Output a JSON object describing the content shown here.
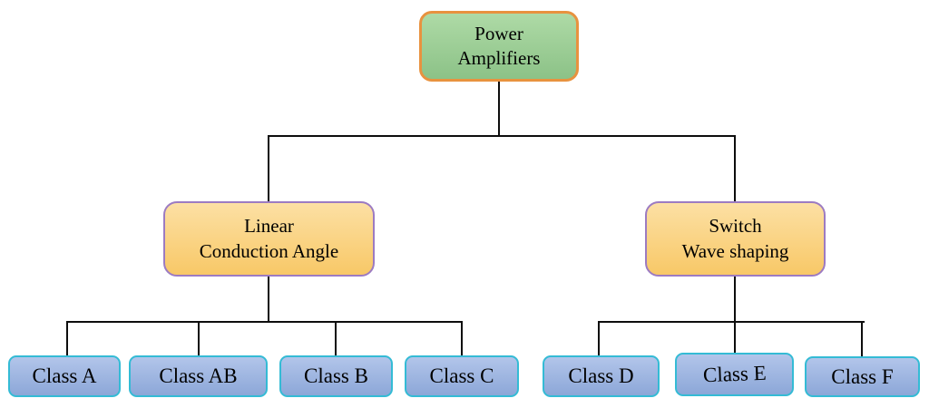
{
  "diagram_type": "tree",
  "colors": {
    "background": "#FFFFFF",
    "text": "#000000",
    "connector": "#0D0D0D",
    "root_fill_top": "#AEDAA6",
    "root_fill_bottom": "#8CC287",
    "root_border": "#E8923F",
    "branch_fill_top": "#FCE0A4",
    "branch_fill_bottom": "#F8C867",
    "branch_border": "#9C7BC2",
    "leaf_fill_top": "#B2C5EA",
    "leaf_fill_bottom": "#8CA7D8",
    "leaf_border": "#34BBD5"
  },
  "nodes": {
    "root": {
      "line1": "Power",
      "line2": "Amplifiers"
    },
    "linear": {
      "line1": "Linear",
      "line2": "Conduction Angle"
    },
    "switch": {
      "line1": "Switch",
      "line2": "Wave shaping"
    },
    "class_a": {
      "label": "Class A"
    },
    "class_ab": {
      "label": "Class AB"
    },
    "class_b": {
      "label": "Class B"
    },
    "class_c": {
      "label": "Class C"
    },
    "class_d": {
      "label": "Class D"
    },
    "class_e": {
      "label": "Class E"
    },
    "class_f": {
      "label": "Class F"
    }
  },
  "structure": {
    "root": "Power Amplifiers",
    "branches": [
      {
        "label": "Linear Conduction Angle",
        "children": [
          "Class A",
          "Class AB",
          "Class B",
          "Class C"
        ]
      },
      {
        "label": "Switch Wave shaping",
        "children": [
          "Class D",
          "Class E",
          "Class F"
        ]
      }
    ]
  }
}
